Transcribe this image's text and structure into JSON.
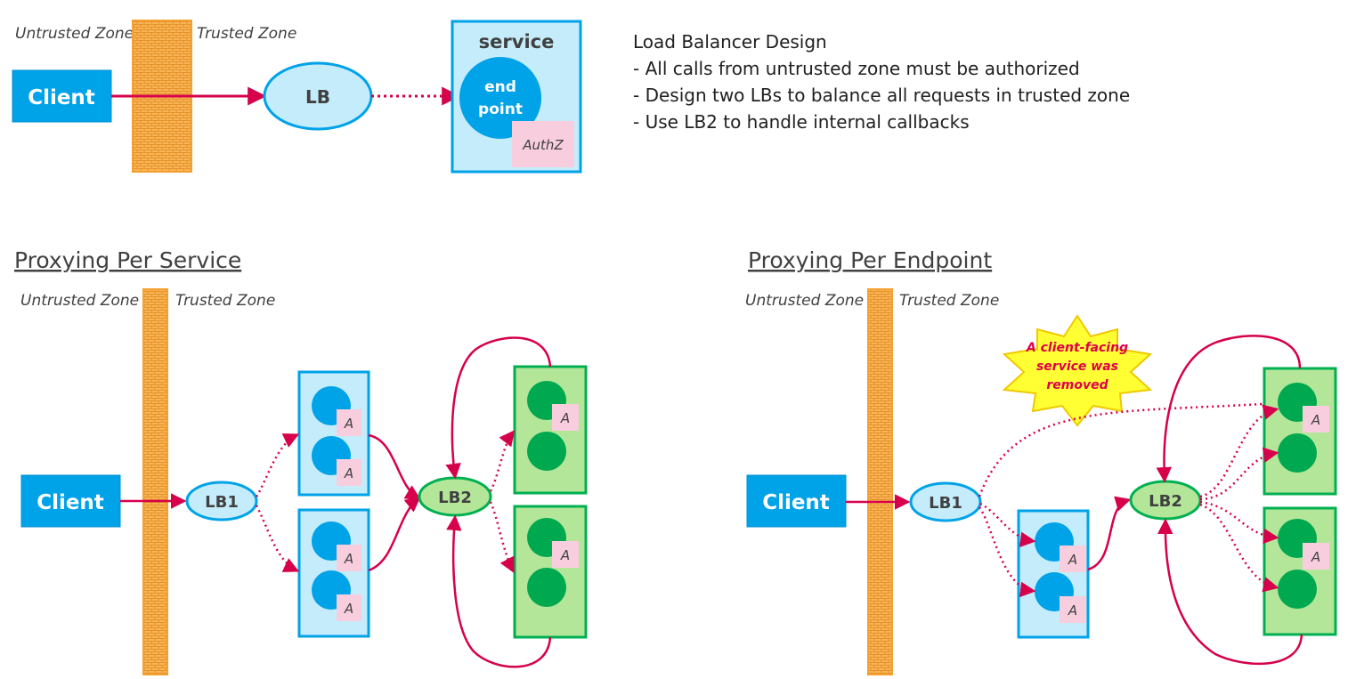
{
  "top": {
    "untrusted_zone": "Untrusted Zone",
    "trusted_zone": "Trusted Zone",
    "client": "Client",
    "lb": "LB",
    "service": "service",
    "endpoint_line1": "end",
    "endpoint_line2": "point",
    "authz": "AuthZ"
  },
  "notes": {
    "title": "Load Balancer Design",
    "bullets": [
      "- All calls from untrusted zone must be authorized",
      "- Design two LBs to balance all requests in trusted zone",
      "- Use LB2 to handle internal callbacks"
    ]
  },
  "left": {
    "heading": "Proxying Per Service",
    "untrusted_zone": "Untrusted Zone",
    "trusted_zone": "Trusted Zone",
    "client": "Client",
    "lb1": "LB1",
    "lb2": "LB2",
    "authz_short": "A"
  },
  "right": {
    "heading": "Proxying Per Endpoint",
    "untrusted_zone": "Untrusted Zone",
    "trusted_zone": "Trusted Zone",
    "client": "Client",
    "lb1": "LB1",
    "lb2": "LB2",
    "authz_short": "A",
    "callout": [
      "A client-facing",
      "service was",
      "removed"
    ]
  },
  "colors": {
    "blue": "#00a2e8",
    "light_blue": "#c5ecfb",
    "green": "#00b050",
    "light_green": "#b4e69a",
    "dark_green": "#00a84f",
    "pink": "#f8cede",
    "arrow": "#d6004b",
    "firewall": "#f6a640",
    "callout_yellow": "#ffff33"
  }
}
